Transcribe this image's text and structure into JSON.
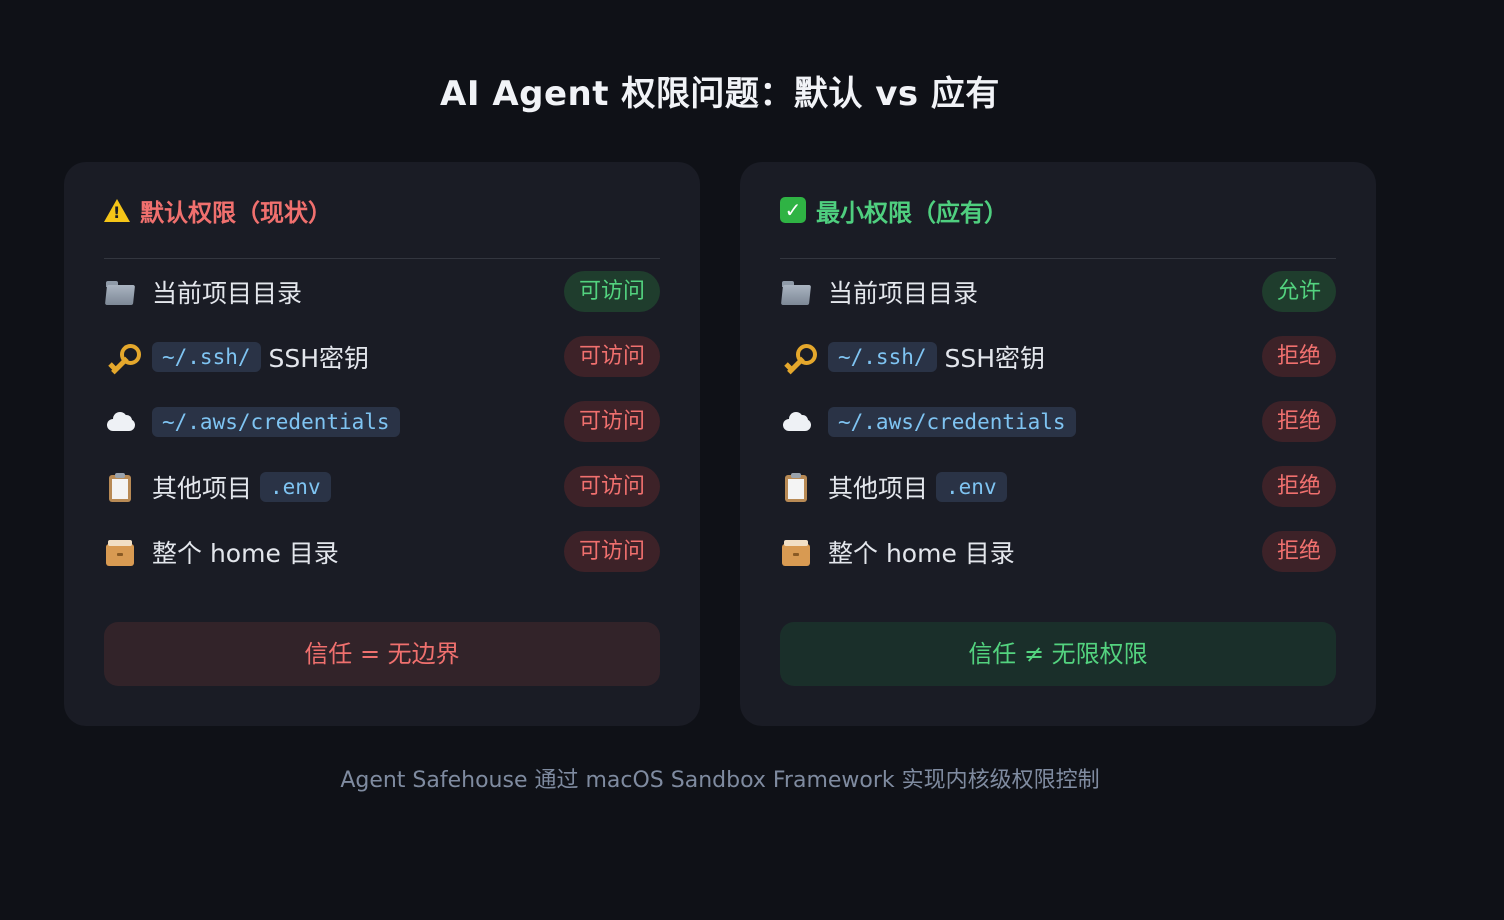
{
  "title": "AI Agent 权限问题：默认 vs 应有",
  "left_card": {
    "icon": "warning-icon",
    "header": "默认权限（现状）",
    "rows": [
      {
        "icon": "folder-icon",
        "text": "当前项目目录",
        "badge": "可访问",
        "badge_color": "#53d37f"
      },
      {
        "icon": "key-icon",
        "code": "~/.ssh/",
        "text": "SSH密钥",
        "badge": "可访问",
        "badge_color": "#f0706e"
      },
      {
        "icon": "cloud-icon",
        "code": "~/.aws/credentials",
        "badge": "可访问",
        "badge_color": "#f0706e"
      },
      {
        "icon": "clipboard-icon",
        "text": "其他项目",
        "code": ".env",
        "badge": "可访问",
        "badge_color": "#f0706e"
      },
      {
        "icon": "file-cabinet-icon",
        "text": "整个 home 目录",
        "badge": "可访问",
        "badge_color": "#f0706e"
      }
    ],
    "footer": "信任 = 无边界"
  },
  "right_card": {
    "icon": "check-icon",
    "header": "最小权限（应有）",
    "rows": [
      {
        "icon": "folder-icon",
        "text": "当前项目目录",
        "badge": "允许",
        "badge_color": "#53d37f"
      },
      {
        "icon": "key-icon",
        "code": "~/.ssh/",
        "text": "SSH密钥",
        "badge": "拒绝",
        "badge_color": "#f0706e"
      },
      {
        "icon": "cloud-icon",
        "code": "~/.aws/credentials",
        "badge": "拒绝",
        "badge_color": "#f0706e"
      },
      {
        "icon": "clipboard-icon",
        "text": "其他项目",
        "code": ".env",
        "badge": "拒绝",
        "badge_color": "#f0706e"
      },
      {
        "icon": "file-cabinet-icon",
        "text": "整个 home 目录",
        "badge": "拒绝",
        "badge_color": "#f0706e"
      }
    ],
    "footer": "信任 ≠ 无限权限"
  },
  "caption": "Agent Safehouse 通过 macOS Sandbox Framework 实现内核级权限控制"
}
